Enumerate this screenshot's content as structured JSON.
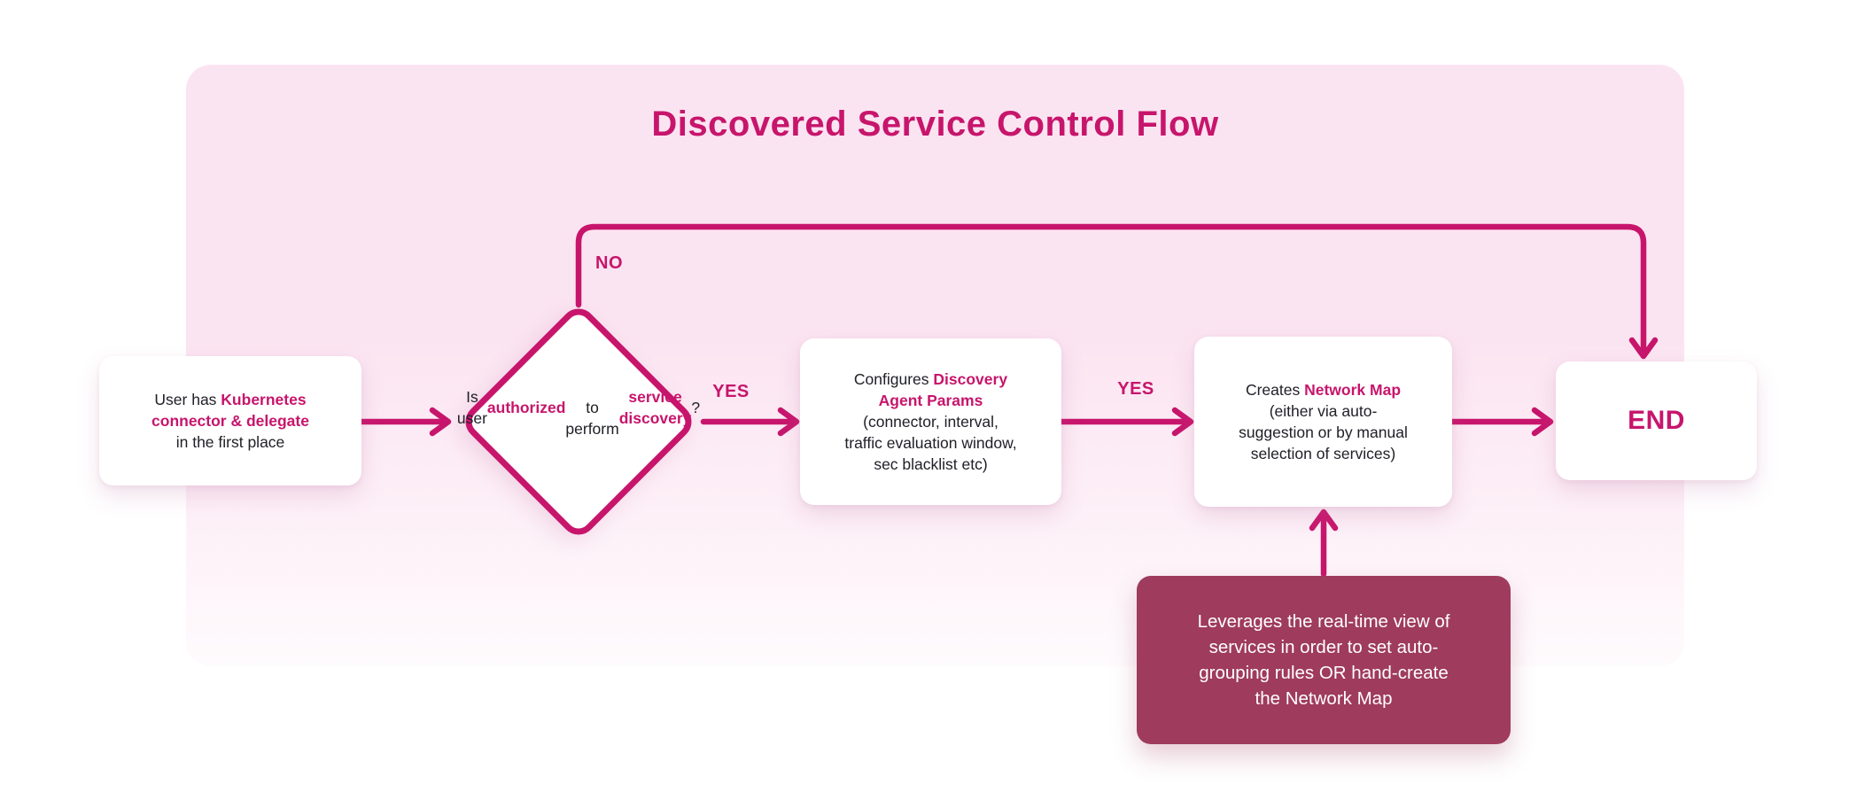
{
  "title": "Discovered Service Control Flow",
  "colors": {
    "accent": "#C7156C",
    "text": "#202028",
    "node_bg": "#FFFFFF",
    "annotation_bg": "#9F3B5D",
    "annotation_text": "#FFFFFF",
    "panel_top": "#FBE4F1",
    "panel_mid": "#FDF0F7",
    "panel_bottom": "#FEFBFD"
  },
  "nodes": {
    "start": {
      "segments": [
        {
          "t": "User has ",
          "em": false
        },
        {
          "t": "Kubernetes\nconnector & delegate",
          "em": true
        },
        {
          "t": "\nin the first place",
          "em": false
        }
      ]
    },
    "decision": {
      "segments": [
        {
          "t": "Is user\n",
          "em": false
        },
        {
          "t": "authorized",
          "em": true
        },
        {
          "t": "\nto perform\n",
          "em": false
        },
        {
          "t": "service discovery",
          "em": true
        },
        {
          "t": "?",
          "em": false
        }
      ]
    },
    "configure": {
      "segments": [
        {
          "t": "Configures ",
          "em": false
        },
        {
          "t": "Discovery\nAgent Params",
          "em": true
        },
        {
          "t": "\n(connector, interval,\ntraffic evaluation window,\nsec blacklist etc)",
          "em": false
        }
      ]
    },
    "create_map": {
      "segments": [
        {
          "t": "Creates ",
          "em": false
        },
        {
          "t": "Network Map",
          "em": true
        },
        {
          "t": "\n(either via auto-\nsuggestion or by manual\nselection of services)",
          "em": false
        }
      ]
    },
    "end": {
      "label": "END"
    },
    "annotation": {
      "text": "Leverages the real-time view of\nservices in order to set auto-\ngrouping rules OR hand-create\nthe Network Map"
    }
  },
  "edge_labels": {
    "no": "NO",
    "yes1": "YES",
    "yes2": "YES"
  }
}
